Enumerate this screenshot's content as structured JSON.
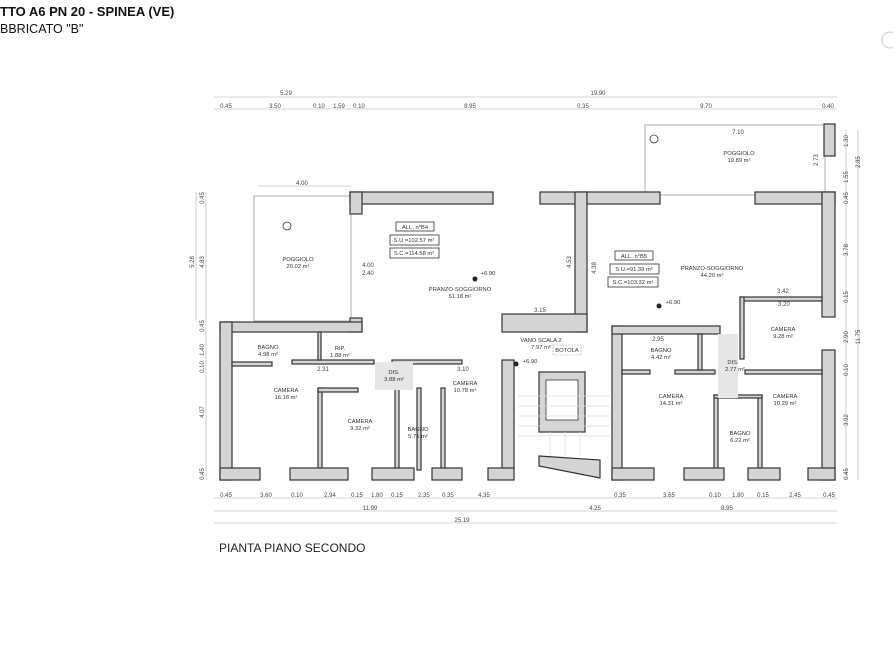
{
  "header": {
    "title": "TTO A6 PN 20 - SPINEA (VE)",
    "subtitle": "BBRICATO \"B\""
  },
  "plan_title": "PIANTA PIANO SECONDO",
  "units": {
    "b4": {
      "label": "ALL. n°B4",
      "su": "S.U.=102.57 m²",
      "sc": "S.C.=114.58 m²"
    },
    "b5": {
      "label": "ALL. n°B5",
      "su": "S.U.=91.39 m²",
      "sc": "S.C.=103.32 m²"
    }
  },
  "rooms": [
    {
      "name": "POGGIOLO",
      "area": "20.02 m²"
    },
    {
      "name": "PRANZO-SOGGIORNO",
      "area": "51.18 m²"
    },
    {
      "name": "POGGIOLO",
      "area": "19.89 m²"
    },
    {
      "name": "PRANZO-SOGGIORNO",
      "area": "44.20 m²"
    },
    {
      "name": "VANO SCALA 2",
      "area": "7.97 m²"
    },
    {
      "name": "BAGNO",
      "area": "4.98 m²"
    },
    {
      "name": "RIP.",
      "area": "1.88 m²"
    },
    {
      "name": "DIS.",
      "area": "3.88 m²"
    },
    {
      "name": "CAMERA",
      "area": "16.16 m²"
    },
    {
      "name": "CAMERA",
      "area": "9.32 m²"
    },
    {
      "name": "BAGNO",
      "area": "5.71 m²"
    },
    {
      "name": "CAMERA",
      "area": "10.78 m²"
    },
    {
      "name": "BAGNO",
      "area": "4.42 m²"
    },
    {
      "name": "DIS.",
      "area": "2.77 m²"
    },
    {
      "name": "CAMERA",
      "area": "14.31 m²"
    },
    {
      "name": "CAMERA",
      "area": "10.29 m²"
    },
    {
      "name": "BAGNO",
      "area": "6.22 m²"
    },
    {
      "name": "CAMERA",
      "area": "9.28 m²"
    }
  ],
  "botola": "BOTOLA",
  "levels": [
    "+6.90",
    "+6.90",
    "+6.90"
  ],
  "dims_top_total": [
    "5.29",
    "19.90"
  ],
  "dims_top": [
    "0.45",
    "3.50",
    "0.10",
    "1.59",
    "0.10",
    "8.95",
    "0.35",
    "9.70",
    "0.40"
  ],
  "dims_bottom": [
    "0.45",
    "3.60",
    "0.10",
    "2.94",
    "0.15",
    "1.80",
    "0.15",
    "2.35",
    "0.35",
    "4.35",
    "0.35",
    "3.65",
    "0.10",
    "1.80",
    "0.15",
    "2.45",
    "0.45"
  ],
  "dims_bottom_sub": [
    "11.99",
    "4.25",
    "8.95"
  ],
  "dims_bottom_total": "25.19",
  "dims_left": [
    "0.45",
    "4.83",
    "5.28",
    "0.45",
    "1.40",
    "0.10",
    "4.07",
    "0.45"
  ],
  "dims_right": [
    "1.30",
    "2.85",
    "1.55",
    "0.45",
    "3.78",
    "0.15",
    "2.90",
    "11.75",
    "0.10",
    "3.92",
    "0.45"
  ],
  "dims_inner": [
    "4.00",
    "7.10",
    "2.73",
    "4.00",
    "2.40",
    "3.15",
    "3.42",
    "3.20",
    "2.95",
    "2.31",
    "3.10",
    "4.53",
    "4.38"
  ]
}
